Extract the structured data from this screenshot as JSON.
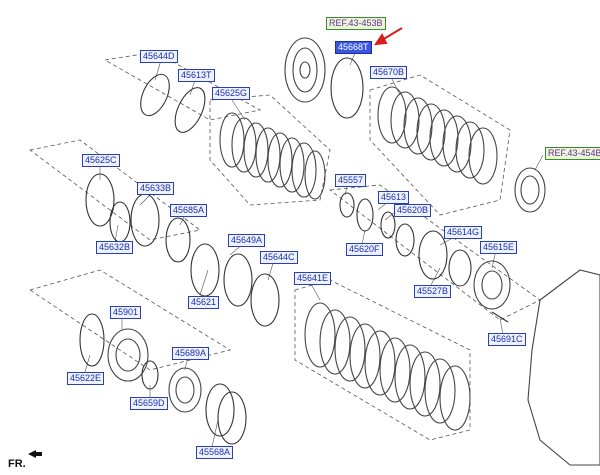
{
  "labels": {
    "p45644d": "45644D",
    "p45613t": "45613T",
    "p45625g": "45625G",
    "ref4345": "REF.43-453B",
    "p45668t": "45668T",
    "p45670b": "45670B",
    "ref43454": "REF.43-454B",
    "p45625c": "45625C",
    "p45633b": "45633B",
    "p45632b": "45632B",
    "p45685a": "45685A",
    "p45557": "45557",
    "p45613": "45613",
    "p45620b": "45620B",
    "p45620f": "45620F",
    "p45614g": "45614G",
    "p45615e": "45615E",
    "p45649a": "45649A",
    "p45644c": "45644C",
    "p45621": "45621",
    "p45527b": "45527B",
    "p45641e": "45641E",
    "p45691c": "45691C",
    "p45901": "45901",
    "p45622e": "45622E",
    "p45689a": "45689A",
    "p45659d": "45659D",
    "p45568a": "45568A"
  },
  "footer": {
    "fr": "FR."
  },
  "colors": {
    "label_border": "#2a3fb0",
    "ref_border": "#3b8a2c",
    "selected": "#3a56e0",
    "arrow": "#d81e1e",
    "line": "#555555"
  }
}
